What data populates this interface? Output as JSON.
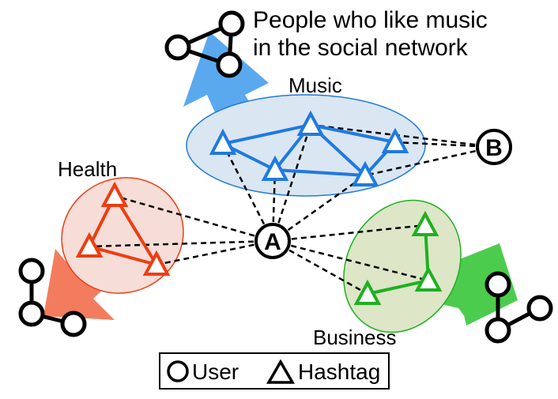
{
  "labels": {
    "music_title": "Music",
    "music_caption_line1": "People who like music",
    "music_caption_line2": "in the social network",
    "health_title": "Health",
    "business_title": "Business"
  },
  "users": {
    "a": "A",
    "b": "B"
  },
  "legend": {
    "user": "User",
    "hashtag": "Hashtag"
  },
  "colors": {
    "music": "#1f7ae0",
    "music_fill": "#dbe6f3",
    "music_arrow": "#5aa9ee",
    "health": "#ee3d12",
    "health_fill": "#f6ddd7",
    "health_arrow": "#f47c5e",
    "business": "#1eb11e",
    "business_fill": "#dde6c7",
    "business_arrow": "#4ccc4c",
    "edge": "#000000"
  }
}
